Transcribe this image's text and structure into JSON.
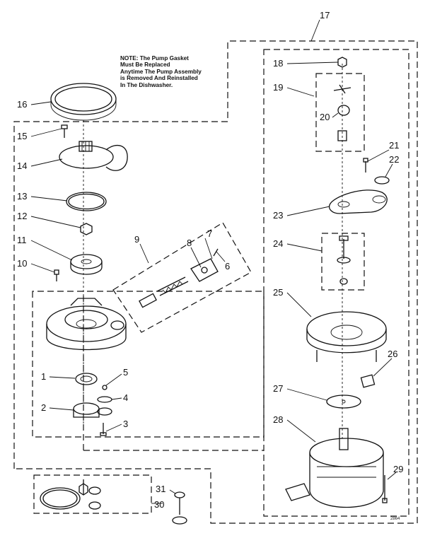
{
  "note": "NOTE: The Pump Gasket\nMust Be Replaced\nAnytime The Pump Assembly\nis Removed And Reinstalled\nIn The Dishwasher.",
  "drawing_code": "2864",
  "callouts": {
    "c1": "1",
    "c2": "2",
    "c3": "3",
    "c4": "4",
    "c5": "5",
    "c6": "6",
    "c7": "7",
    "c8": "8",
    "c9": "9",
    "c10": "10",
    "c11": "11",
    "c12": "12",
    "c13": "13",
    "c14": "14",
    "c15": "15",
    "c16": "16",
    "c17": "17",
    "c18": "18",
    "c19": "19",
    "c20": "20",
    "c21": "21",
    "c22": "22",
    "c23": "23",
    "c24": "24",
    "c25": "25",
    "c26": "26",
    "c27": "27",
    "c28": "28",
    "c29": "29",
    "c30": "30",
    "c31": "31"
  }
}
